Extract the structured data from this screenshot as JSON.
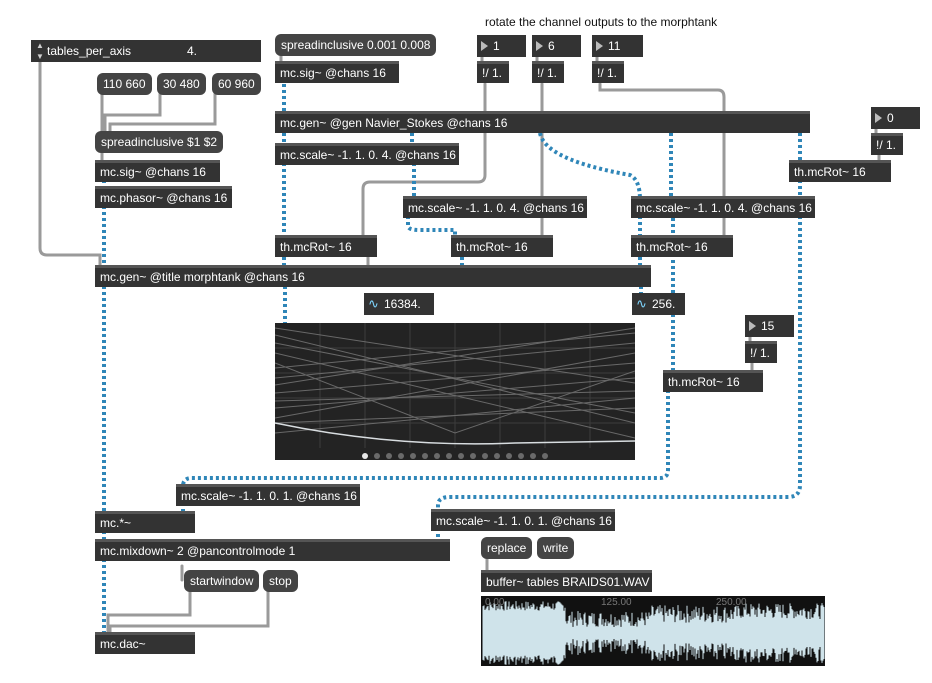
{
  "comment": {
    "text": "rotate the channel outputs to the morphtank"
  },
  "umenu": {
    "label": "tables_per_axis",
    "value": "4."
  },
  "messages": {
    "m110": "110 660",
    "m30": "30 480",
    "m60": "60 960",
    "spread": "spreadinclusive $1 $2",
    "spread2": "spreadinclusive 0.001 0.008",
    "replace": "replace",
    "write": "write",
    "startwindow": "startwindow",
    "stop": "stop"
  },
  "numbers": {
    "n1": "1",
    "n6": "6",
    "n11": "11",
    "n0": "0",
    "n15": "15"
  },
  "objects": {
    "mcsig_left": "mc.sig~ @chans 16",
    "mcphasor": "mc.phasor~ @chans 16",
    "mcsig_top": "mc.sig~ @chans 16",
    "div1": "!/ 1.",
    "div6": "!/ 1.",
    "div11": "!/ 1.",
    "div0": "!/ 1.",
    "div15": "!/ 1.",
    "gen_ns": "mc.gen~ @gen Navier_Stokes @chans 16",
    "scale_a": "mc.scale~ -1. 1. 0. 4. @chans 16",
    "scale_b": "mc.scale~ -1. 1. 0. 4. @chans 16",
    "scale_c": "mc.scale~ -1. 1. 0. 4. @chans 16",
    "rot_right": "th.mcRot~ 16",
    "rot_a": "th.mcRot~ 16",
    "rot_b": "th.mcRot~ 16",
    "rot_c": "th.mcRot~ 16",
    "gen_morph": "mc.gen~ @title morphtank @chans 16",
    "rot_d": "th.mcRot~ 16",
    "scale_d": "mc.scale~ -1. 1. 0. 1. @chans 16",
    "scale_e": "mc.scale~ -1. 1. 0. 1. @chans 16",
    "mult": "mc.*~",
    "mixdown": "mc.mixdown~ 2 @pancontrolmode 1",
    "dac": "mc.dac~",
    "buffer": "buffer~ tables BRAIDS01.WAV"
  },
  "signals": {
    "s1": "16384.",
    "s2": "256."
  },
  "waveform": {
    "rulers": [
      "0.00",
      "125.00",
      "250.00"
    ]
  },
  "scope": {
    "pages": 16,
    "active_page": 1
  },
  "colors": {
    "accent_cable": "#2f86b8",
    "object_bg": "#333333",
    "scope_bg": "#232323",
    "wave_fill": "#cfe3ea"
  }
}
